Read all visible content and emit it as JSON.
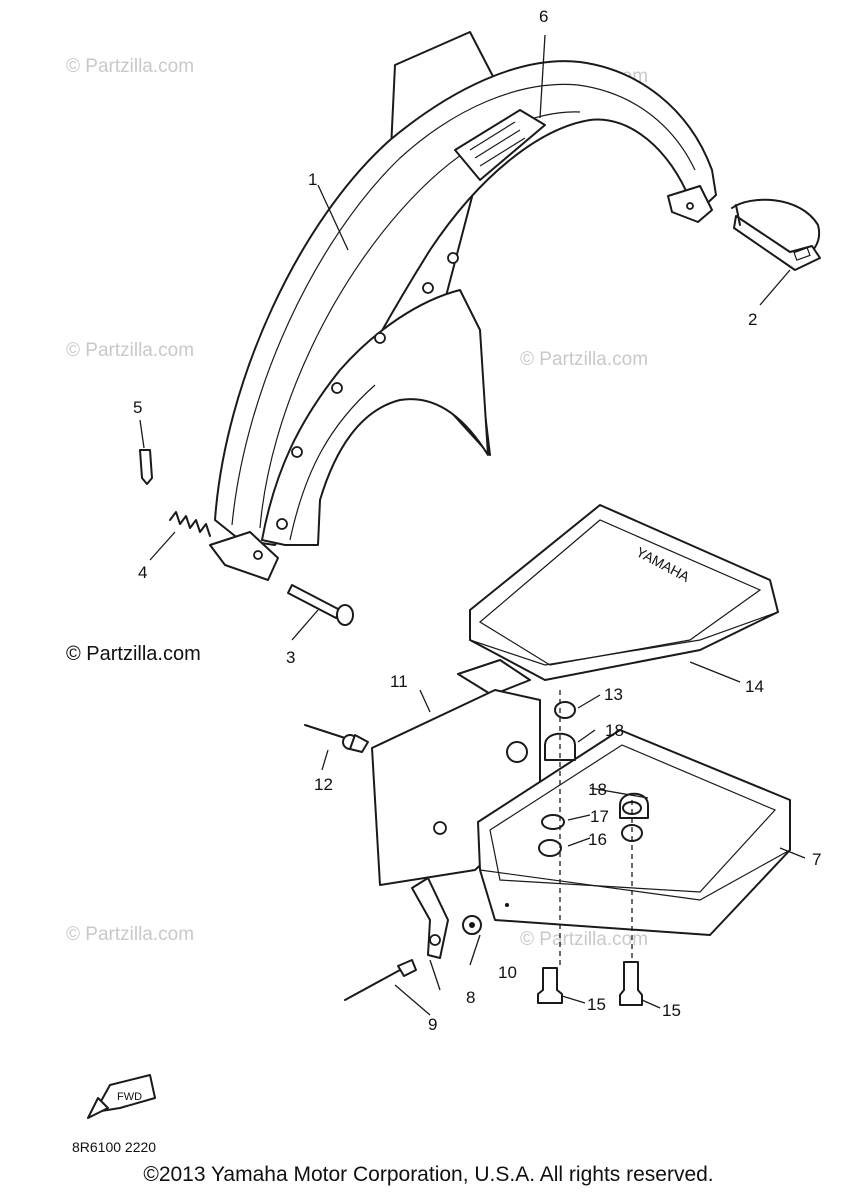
{
  "watermarks": {
    "light": "© Partzilla.com",
    "dark": "© Partzilla.com"
  },
  "callouts": [
    "1",
    "2",
    "3",
    "4",
    "5",
    "6",
    "7",
    "8",
    "9",
    "10",
    "11",
    "12",
    "13",
    "14",
    "15",
    "15",
    "16",
    "17",
    "18",
    "18"
  ],
  "part_code": "8R6100 2220",
  "embossed_text": "YAMAHA",
  "arrow_label": "FWD",
  "copyright": "©2013 Yamaha Motor Corporation, U.S.A. All rights reserved."
}
